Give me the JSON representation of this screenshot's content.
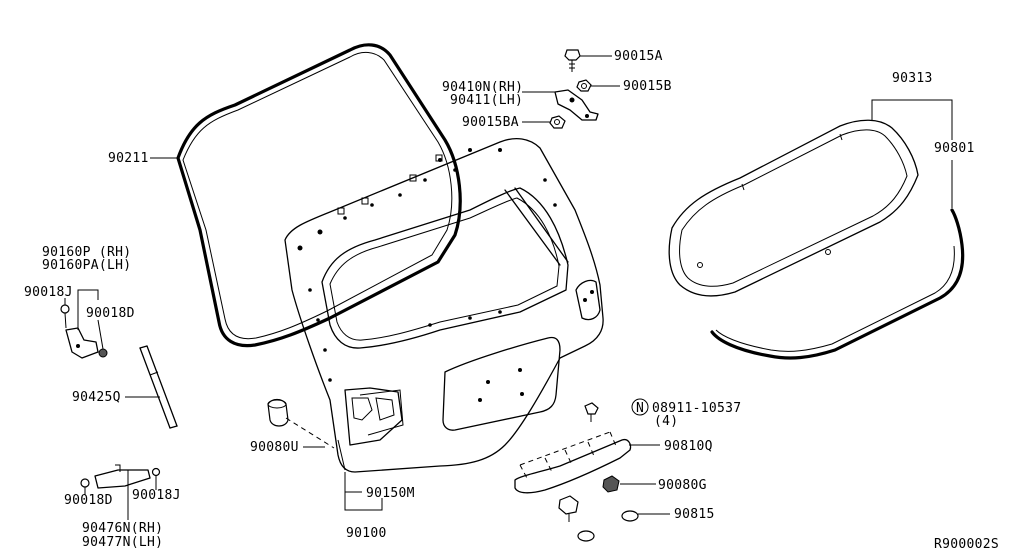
{
  "labels": {
    "p90015a": "90015A",
    "p90015b": "90015B",
    "p90410n": "90410N(RH)",
    "p90411": "90411(LH)",
    "p90015ba": "90015BA",
    "p90313": "90313",
    "p90801": "90801",
    "p90211": "90211",
    "p90160p": "90160P (RH)",
    "p90160pa": "90160PA(LH)",
    "p90018j_top": "90018J",
    "p90018d_top": "90018D",
    "p90425q": "90425Q",
    "p90080u": "90080U",
    "p90150m": "90150M",
    "p90100": "90100",
    "p08911_n": "N",
    "p08911": "08911-10537",
    "p08911_qty": "(4)",
    "p90810q": "90810Q",
    "p90080g": "90080G",
    "p90815": "90815",
    "p90018d_bot": "90018D",
    "p90018j_bot": "90018J",
    "p90476n": "90476N(RH)",
    "p90477n": "90477N(LH)",
    "diagram_id": "R900002S"
  }
}
